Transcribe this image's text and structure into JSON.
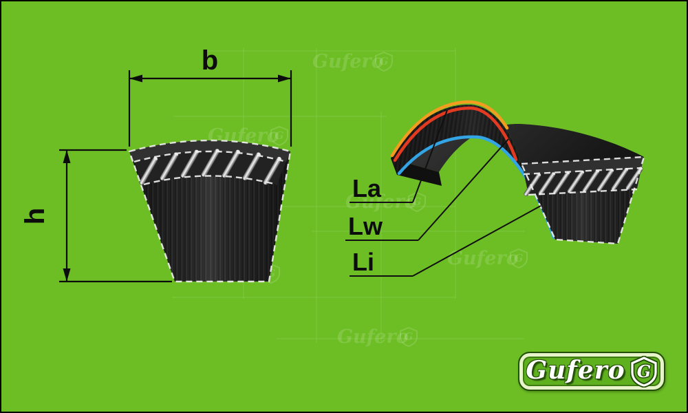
{
  "canvas": {
    "bg": "#6cbe24",
    "border_color": "#000000"
  },
  "cross_section": {
    "width_label": "b",
    "height_label": "h"
  },
  "belt_lengths": {
    "outer": {
      "label": "La",
      "color": "#f39c1f"
    },
    "pitch": {
      "label": "Lw",
      "color": "#e23b22"
    },
    "inner": {
      "label": "Li",
      "color": "#33a4e4"
    }
  },
  "logo": {
    "brand": "Gufero",
    "monogram": "G"
  },
  "watermark": {
    "brand": "Gufero",
    "monogram": "G"
  }
}
